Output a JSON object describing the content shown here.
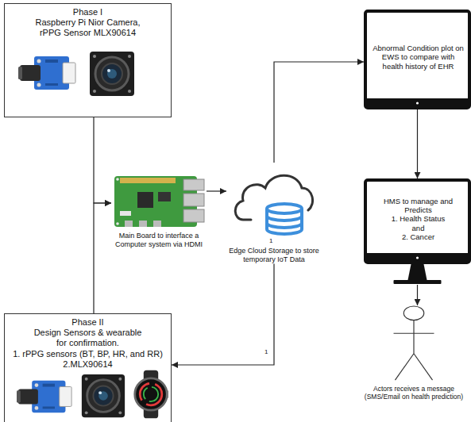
{
  "diagram": {
    "nodes": [
      {
        "text": [
          "Phase I",
          "Raspberry Pi Nior Camera, rPPG Sensor MLX90614"
        ]
      },
      {
        "text": [
          "Main Board to interface a Computer system via HDMI"
        ]
      },
      {
        "text": [
          "Edge Cloud Storage to store temporary IoT Data"
        ]
      },
      {
        "text": [
          "Phase II",
          "Design Sensors & wearable for confirmation.",
          "1. rPPG sensors (BT, BP, HR, and RR)",
          "2.MLX90614"
        ]
      },
      {
        "text": [
          "Abnormal Condition plot on EWS to compare with health history of EHR"
        ]
      },
      {
        "text": [
          "HMS to manage and Predicts",
          "1. Health Status",
          "and",
          "2. Cancer"
        ]
      },
      {
        "text": [
          "Actors receives a message (SMS/Email on health prediction)"
        ]
      }
    ],
    "edges": [
      {
        "from": 0,
        "to": 1,
        "arrow": "to"
      },
      {
        "from": 3,
        "to": 1,
        "arrow": "to"
      },
      {
        "from": 1,
        "to": 2,
        "arrow": "to"
      },
      {
        "from": 2,
        "to": 4,
        "arrow": "to"
      },
      {
        "from": 4,
        "to": 5,
        "arrow": "to"
      },
      {
        "from": 5,
        "to": 6,
        "arrow": "to"
      },
      {
        "from": 2,
        "to": 3,
        "arrow": "to"
      }
    ],
    "labels": [
      "1",
      "1"
    ]
  }
}
